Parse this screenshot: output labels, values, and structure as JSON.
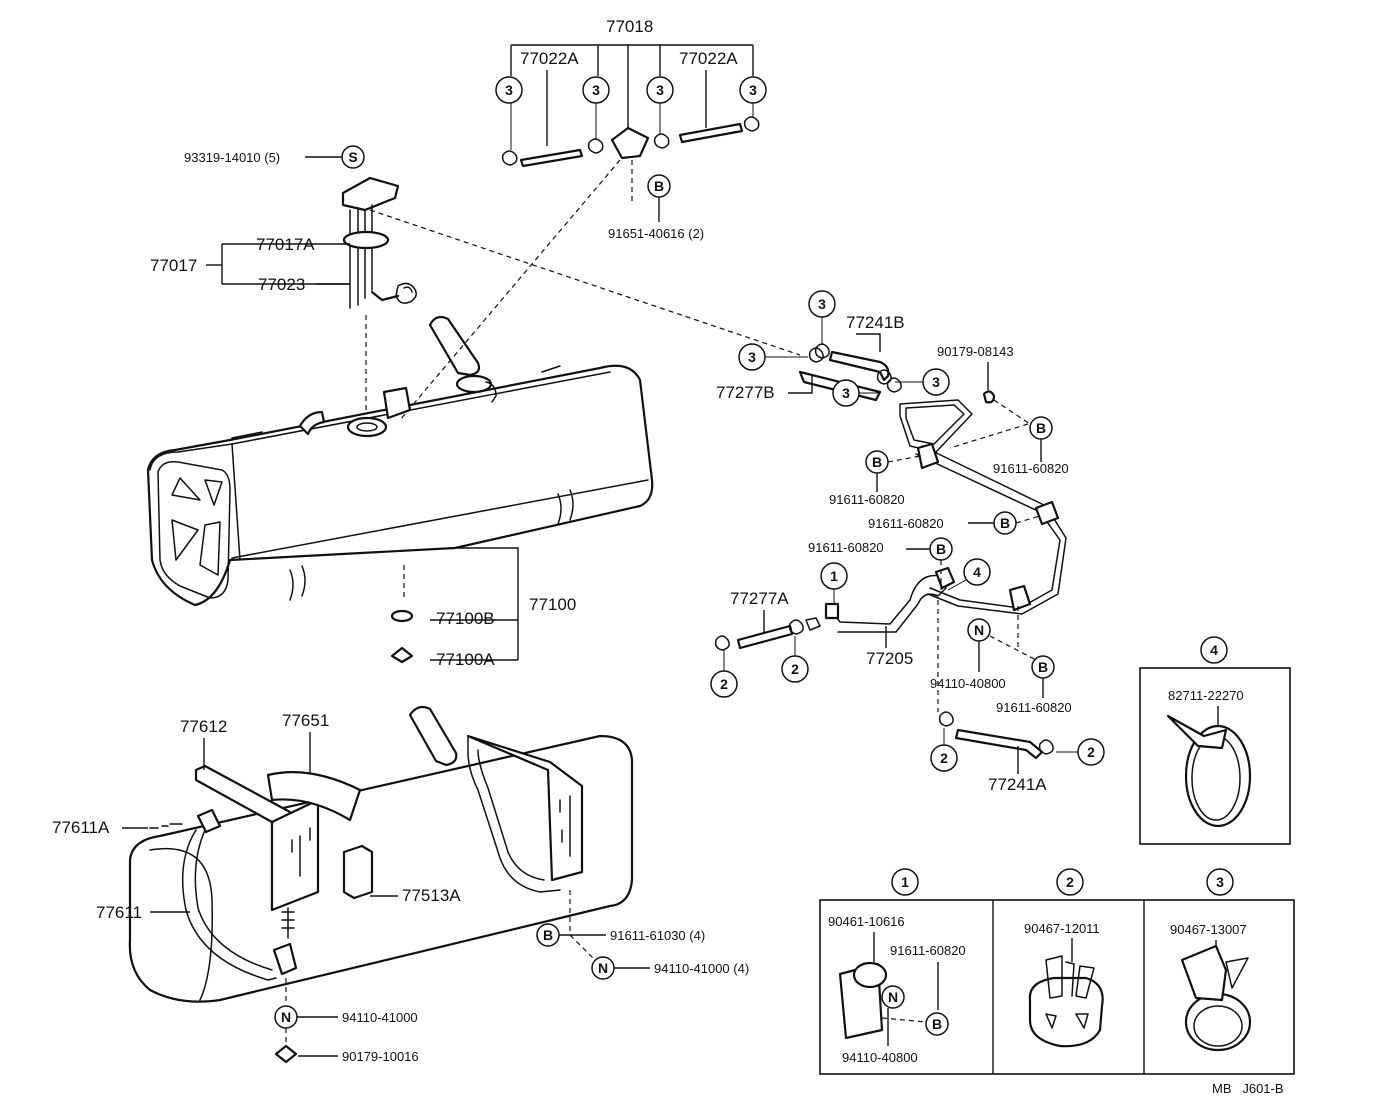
{
  "parts": {
    "p77018": "77018",
    "p77022a_left": "77022A",
    "p77022a_right": "77022A",
    "p93319": "93319-14010 (5)",
    "p91651": "91651-40616 (2)",
    "p77017a": "77017A",
    "p77017": "77017",
    "p77023": "77023",
    "p77241b": "77241B",
    "p90179_08143": "90179-08143",
    "p77277b": "77277B",
    "p91611_60820_a": "91611-60820",
    "p91611_60820_b": "91611-60820",
    "p91611_60820_c": "91611-60820",
    "p91611_60820_d": "91611-60820",
    "p91611_60820_e": "91611-60820",
    "p77100": "77100",
    "p77100b": "77100B",
    "p77100a": "77100A",
    "p77277a": "77277A",
    "p77205": "77205",
    "p94110_40800": "94110-40800",
    "p77241a": "77241A",
    "p77612": "77612",
    "p77651": "77651",
    "p77611a": "77611A",
    "p77611": "77611",
    "p77513a": "77513A",
    "p91611_61030": "91611-61030 (4)",
    "p94110_41000_4": "94110-41000 (4)",
    "p94110_41000": "94110-41000",
    "p90179_10016": "90179-10016"
  },
  "symbols": {
    "one": "1",
    "two": "2",
    "three": "3",
    "four": "4",
    "B": "B",
    "N": "N",
    "S": "S"
  },
  "detail_boxes": {
    "box4": {
      "part": "82711-22270"
    },
    "box1": {
      "a": "90461-10616",
      "b": "91611-60820",
      "c": "94110-40800"
    },
    "box2": {
      "a": "90467-12011"
    },
    "box3": {
      "a": "90467-13007"
    }
  },
  "footer": {
    "ref": "MB   J601-B"
  }
}
